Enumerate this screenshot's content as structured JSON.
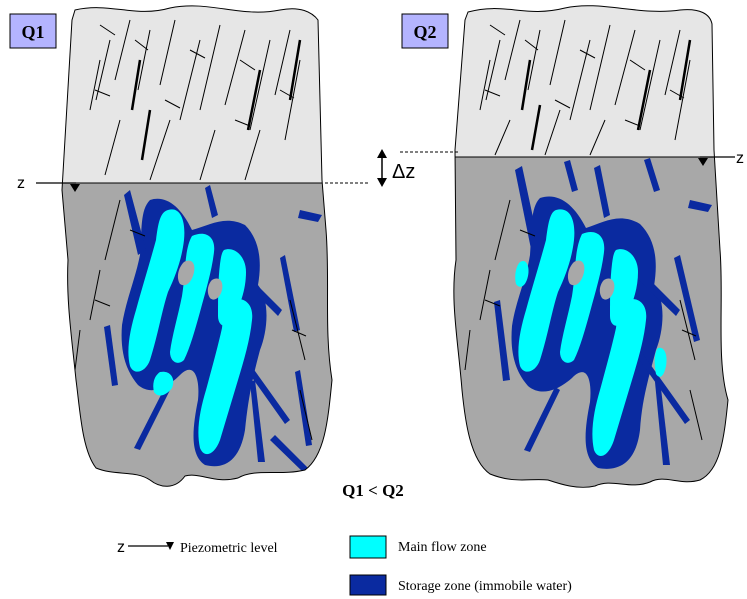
{
  "panels": [
    {
      "label": "Q1",
      "water_level_label": "z"
    },
    {
      "label": "Q2",
      "water_level_label": "z"
    }
  ],
  "delta_label": "Δz",
  "comparison": "Q1 < Q2",
  "legend": {
    "piezometric_symbol": "z",
    "piezometric_label": "Piezometric level",
    "main_flow_label": "Main flow zone",
    "storage_label": "Storage zone (immobile water)"
  },
  "colors": {
    "unsaturated_rock": "#e6e6e6",
    "saturated_rock": "#a8a8a8",
    "main_flow": "#00ffff",
    "storage": "#0a2aa0",
    "label_box": "#b4b4ff",
    "outline": "#000000"
  }
}
